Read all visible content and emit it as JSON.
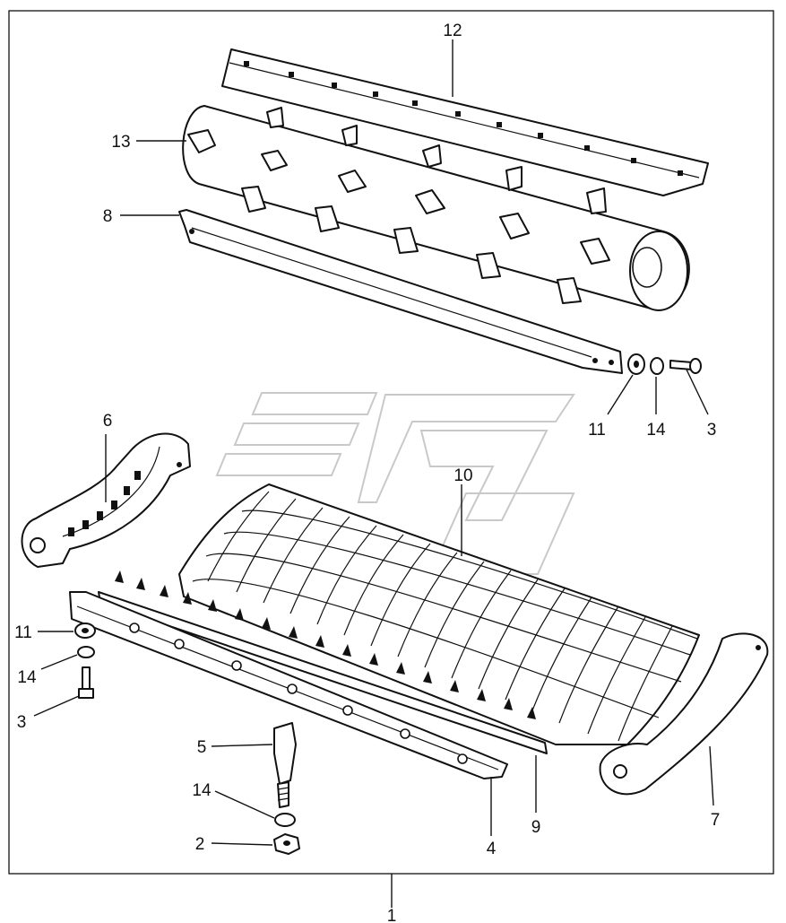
{
  "diagram": {
    "type": "exploded-parts-diagram",
    "callouts": {
      "c1": "1",
      "c2": "2",
      "c3a": "3",
      "c3b": "3",
      "c4": "4",
      "c5": "5",
      "c6": "6",
      "c7": "7",
      "c8": "8",
      "c9": "9",
      "c10": "10",
      "c11a": "11",
      "c11b": "11",
      "c12": "12",
      "c13": "13",
      "c14a": "14",
      "c14b": "14",
      "c14c": "14"
    }
  }
}
